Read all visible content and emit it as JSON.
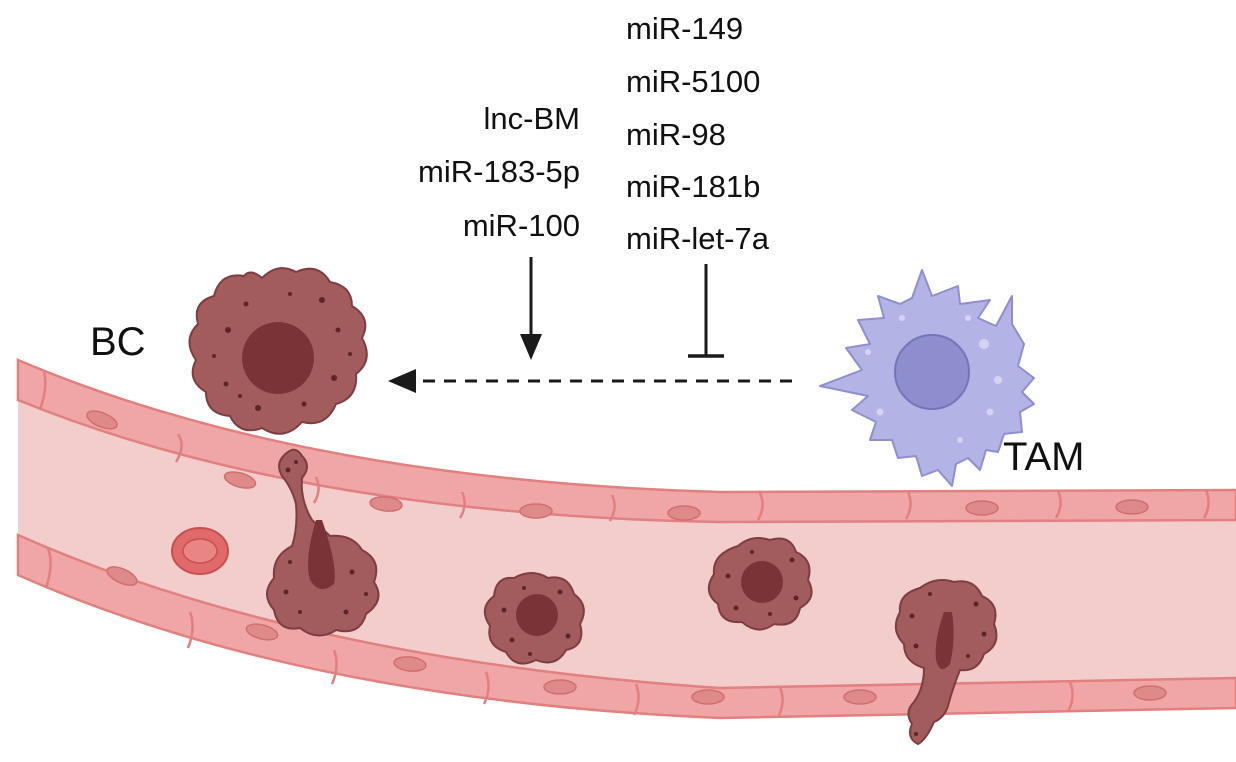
{
  "labels": {
    "bc": "BC",
    "tam": "TAM"
  },
  "promoters": [
    "lnc-BM",
    "miR-183-5p",
    "miR-100"
  ],
  "inhibitors": [
    "miR-149",
    "miR-5100",
    "miR-98",
    "miR-181b",
    "miR-let-7a"
  ],
  "colors": {
    "vessel_lumen": "#f3cccc",
    "vessel_wall": "#f0a6a6",
    "vessel_wall_stroke": "#e27f7f",
    "endothelial_nucleus": "#de8a8a",
    "tumor_cell": "#a35c5e",
    "tumor_cell_stroke": "#7e3e41",
    "tumor_nucleus": "#7a3337",
    "tumor_speckle": "#5e2528",
    "macrophage": "#b3b3e6",
    "macrophage_stroke": "#8f8fcf",
    "macrophage_nucleus": "#8e8ecf",
    "red_blood_cell": "#e06a6a",
    "arrow": "#1a1a1a"
  }
}
